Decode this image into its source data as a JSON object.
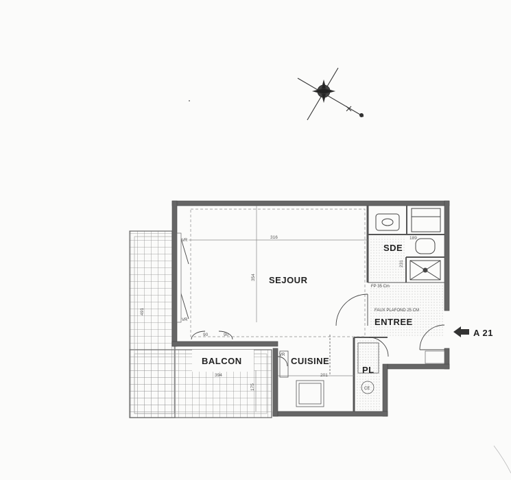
{
  "rooms": {
    "sejour": "SEJOUR",
    "sde": "SDE",
    "entree": "ENTREE",
    "balcon": "BALCON",
    "cuisine": "CUISINE",
    "pl": "PL"
  },
  "dimensions": {
    "sejour_width": "316",
    "sejour_depth": "354",
    "sde_width": "189",
    "sde_depth": "231",
    "balcon_width": "394",
    "balcon_depth": "491",
    "balcon_small": "175",
    "cuisine_width": "201",
    "window_1": "90",
    "window_2": "90"
  },
  "notes": {
    "faux_plafond_1": "FP 35 Cm",
    "faux_plafond_2": "FAUX PLAFOND 25 CM",
    "vr_1": "VR",
    "vr_2": "VR",
    "vr_3": "VR",
    "ce": "CE"
  },
  "entrance": {
    "label": "A 21"
  },
  "colors": {
    "wall": "#555555",
    "line": "#666666",
    "tile": "#888888",
    "paper": "#fbfbfa"
  }
}
